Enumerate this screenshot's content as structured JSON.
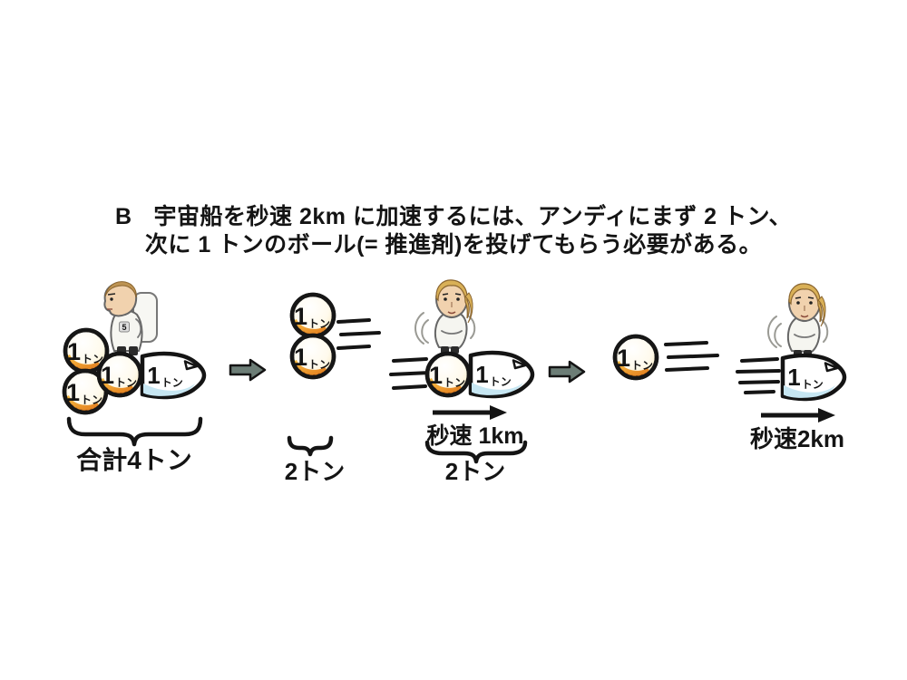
{
  "title": {
    "prefix": "B",
    "line1": "宇宙船を秒速 2km に加速するには、アンディにまず 2 トン、",
    "line2": "次に 1 トンのボール(= 推進剤)を投げてもらう必要がある。"
  },
  "units": {
    "one": "1",
    "ton": "トン"
  },
  "astronaut": {
    "suit_badge": "5"
  },
  "stages": {
    "initial": {
      "total_label": "合計4トン",
      "ball_count": 3,
      "rocket_count": 1
    },
    "first_throw": {
      "mass_label": "2トン",
      "ball_count": 2
    },
    "after_first": {
      "speed_label": "秒速 1km",
      "mass_label": "2トン",
      "ball_count": 1,
      "rocket_count": 1
    },
    "second_throw": {
      "ball_count": 1
    },
    "final": {
      "speed_label": "秒速2km",
      "rocket_count": 1
    }
  },
  "colors": {
    "ink": "#141414",
    "ball_face": "#fdf3d9",
    "ball_rim": "#e0761a",
    "rocket_shade": "#c6e6f2",
    "block_arrow": "#6c7d76",
    "skin": "#f1d2ae",
    "hair": "#d9b057"
  }
}
